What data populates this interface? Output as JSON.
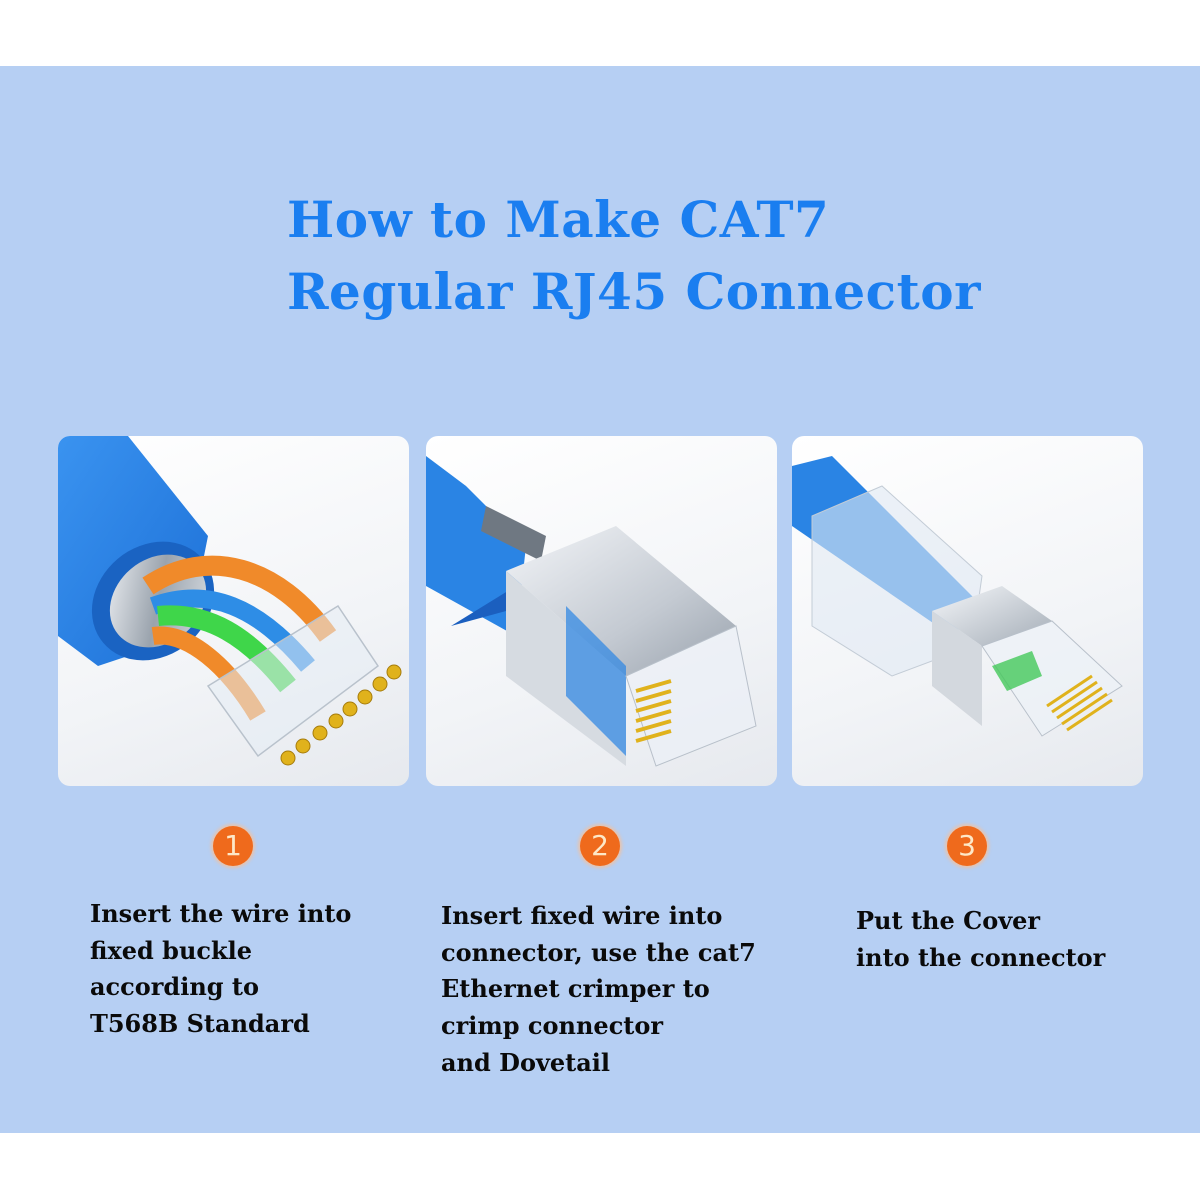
{
  "title": {
    "lines": [
      "How to Make CAT7",
      "Regular RJ45 Connector"
    ],
    "color": "#1a7ef0"
  },
  "colors": {
    "background_band": "#b6cff3",
    "page_background": "#ffffff",
    "badge": "#ef6a1c",
    "cable_blue": "#2b86e6",
    "text": "#0a0a0a"
  },
  "steps": [
    {
      "number": "1",
      "image": "cable-wires-into-fixed-buckle",
      "text_lines": [
        "Insert the wire into",
        "fixed buckle",
        "according to",
        "T568B Standard"
      ]
    },
    {
      "number": "2",
      "image": "shielded-connector-crimped",
      "text_lines": [
        "Insert fixed wire into",
        "connector, use the cat7",
        "Ethernet crimper to",
        "crimp connector",
        "and Dovetail"
      ]
    },
    {
      "number": "3",
      "image": "connector-with-cover",
      "text_lines": [
        "Put the Cover",
        "into the connector"
      ]
    }
  ]
}
